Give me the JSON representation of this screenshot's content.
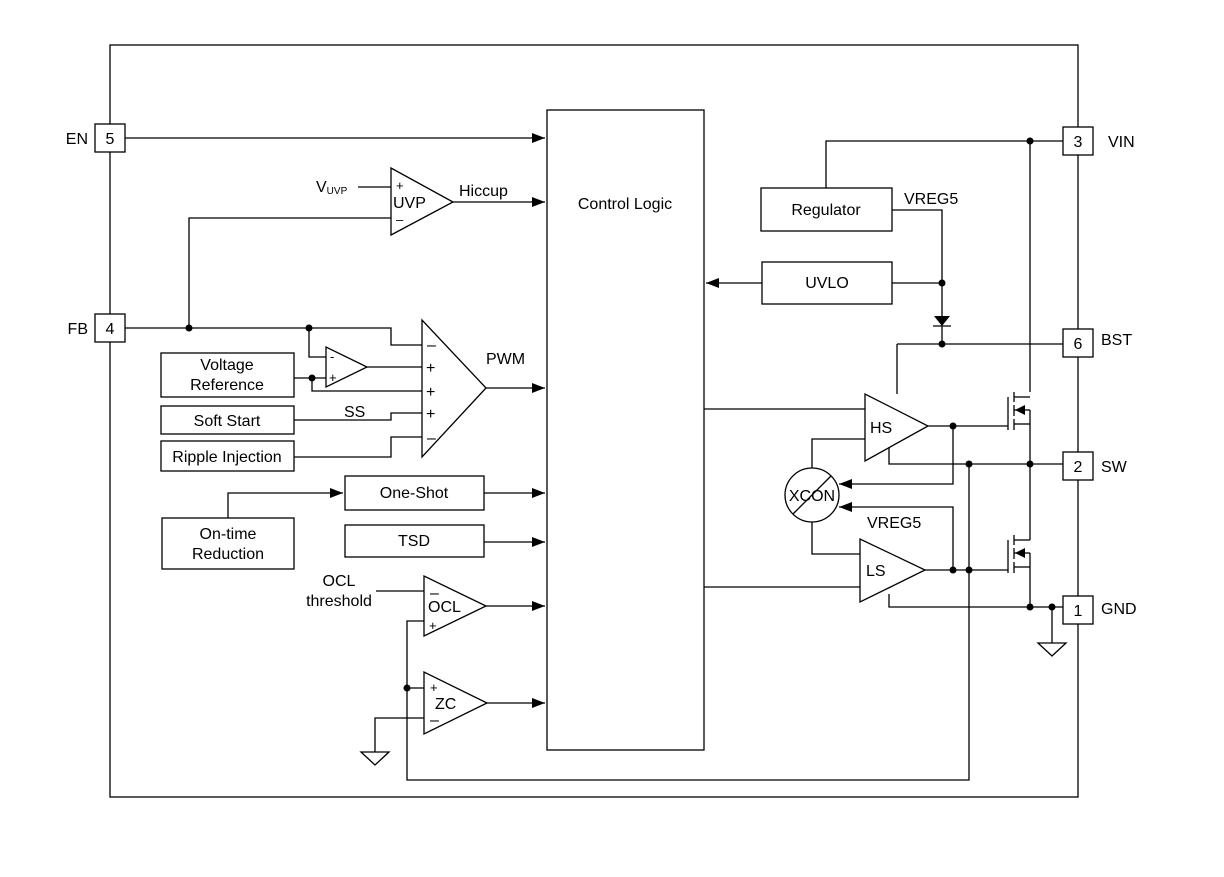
{
  "pins": {
    "en": {
      "name": "EN",
      "num": "5"
    },
    "fb": {
      "name": "FB",
      "num": "4"
    },
    "vin": {
      "name": "VIN",
      "num": "3"
    },
    "bst": {
      "name": "BST",
      "num": "6"
    },
    "sw": {
      "name": "SW",
      "num": "2"
    },
    "gnd": {
      "name": "GND",
      "num": "1"
    }
  },
  "blocks": {
    "control_logic": "Control Logic",
    "regulator": "Regulator",
    "uvlo": "UVLO",
    "voltage_reference": [
      "Voltage",
      "Reference"
    ],
    "soft_start": "Soft Start",
    "ripple_injection": "Ripple Injection",
    "one_shot": "One-Shot",
    "on_time_reduction": [
      "On-time",
      "Reduction"
    ],
    "tsd": "TSD",
    "xcon": "XCON"
  },
  "amplifiers": {
    "uvp": "UVP",
    "hs": "HS",
    "ls": "LS",
    "ocl": "OCL",
    "zc": "ZC"
  },
  "signals": {
    "vuvp_main": "V",
    "vuvp_sub": "UVP",
    "hiccup": "Hiccup",
    "pwm": "PWM",
    "ss": "SS",
    "vreg5_top": "VREG5",
    "vreg5_bottom": "VREG5",
    "ocl_threshold": [
      "OCL",
      "threshold"
    ]
  },
  "signs": {
    "plus": "+",
    "minus": "–",
    "minus_small": "-"
  }
}
